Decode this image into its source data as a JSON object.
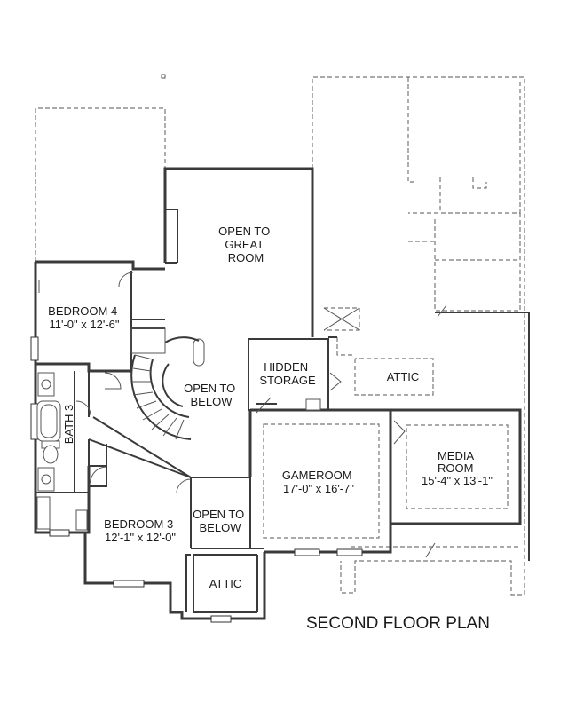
{
  "plan": {
    "title": "SECOND FLOOR PLAN",
    "rooms": {
      "open_great_room": [
        "OPEN TO",
        "GREAT",
        "ROOM"
      ],
      "bedroom4": [
        "BEDROOM 4",
        "11'-0\" x 12'-6\""
      ],
      "hidden_storage": [
        "HIDDEN",
        "STORAGE"
      ],
      "attic_upper": [
        "ATTIC"
      ],
      "open_below_stair": [
        "OPEN TO",
        "BELOW"
      ],
      "bath3": [
        "BATH 3"
      ],
      "gameroom": [
        "GAMEROOM",
        "17'-0\" x 16'-7\""
      ],
      "media_room": [
        "MEDIA",
        "ROOM",
        "15'-4\" x 13'-1\""
      ],
      "bedroom3": [
        "BEDROOM 3",
        "12'-1\" x 12'-0\""
      ],
      "open_below_small": [
        "OPEN TO",
        "BELOW"
      ],
      "attic_lower": [
        "ATTIC"
      ]
    }
  }
}
